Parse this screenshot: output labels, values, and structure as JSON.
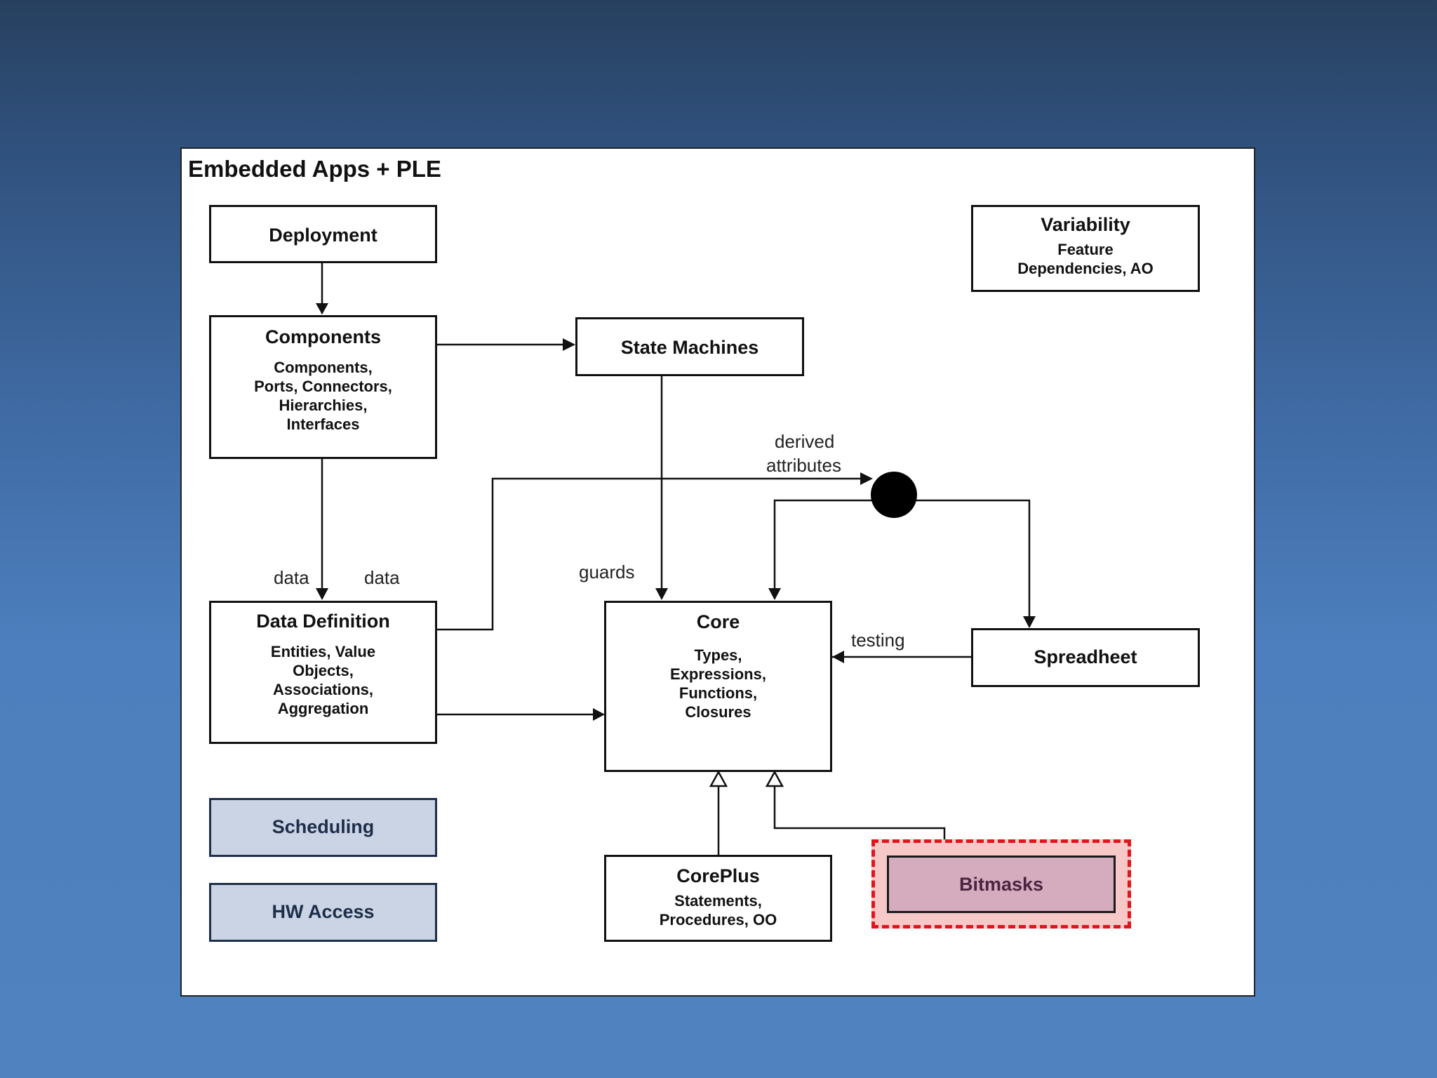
{
  "title": "Embedded Apps + PLE",
  "boxes": {
    "deployment": {
      "title": "Deployment"
    },
    "components": {
      "title": "Components",
      "lines": [
        "Components,",
        "Ports, Connectors,",
        "Hierarchies,",
        "Interfaces"
      ]
    },
    "state_machines": {
      "title": "State Machines"
    },
    "variability": {
      "title": "Variability",
      "lines": [
        "Feature",
        "Dependencies, AO"
      ]
    },
    "data_definition": {
      "title": "Data Definition",
      "lines": [
        "Entities, Value",
        "Objects,",
        "Associations,",
        "Aggregation"
      ]
    },
    "core": {
      "title": "Core",
      "lines": [
        "Types,",
        "Expressions,",
        "Functions,",
        "Closures"
      ]
    },
    "spreadsheet": {
      "title": "Spreadheet"
    },
    "scheduling": {
      "title": "Scheduling"
    },
    "hw_access": {
      "title": "HW Access"
    },
    "coreplus": {
      "title": "CorePlus",
      "lines": [
        "Statements,",
        "Procedures, OO"
      ]
    },
    "bitmasks": {
      "title": "Bitmasks"
    }
  },
  "labels": {
    "data_left": "data",
    "data_right": "data",
    "guards": "guards",
    "derived_1": "derived",
    "derived_2": "attributes",
    "testing": "testing"
  },
  "colors": {
    "highlight_border": "#e0161c",
    "highlight_fill": "#f6c8c8",
    "blue_box": "#cad4e4",
    "pink_box": "#d5abbe"
  }
}
